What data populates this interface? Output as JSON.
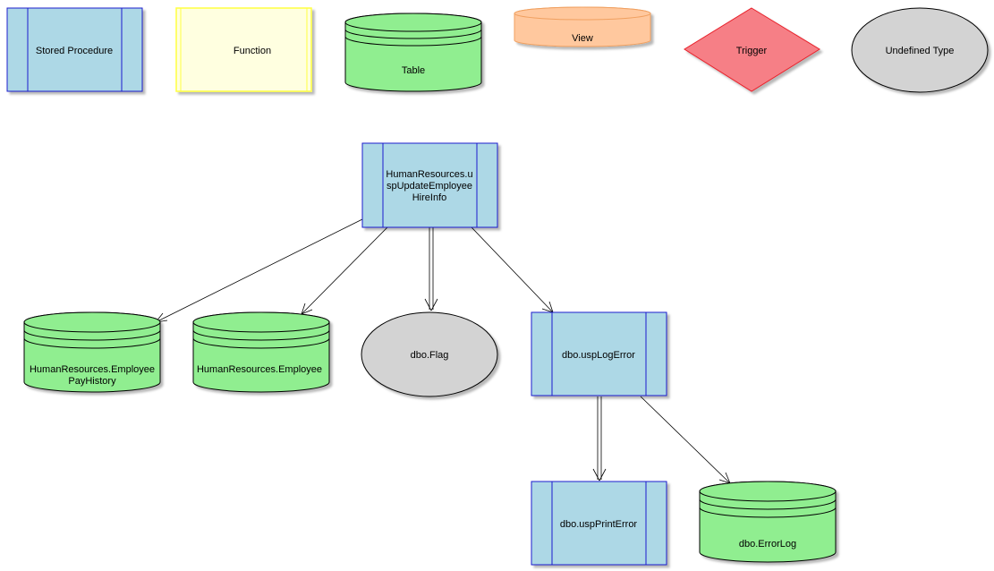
{
  "legend": {
    "stored_procedure": "Stored Procedure",
    "function": "Function",
    "table": "Table",
    "view": "View",
    "trigger": "Trigger",
    "undefined_type": "Undefined Type"
  },
  "nodes": {
    "root": {
      "line1": "HumanResources.u",
      "line2": "spUpdateEmployee",
      "line3": "HireInfo",
      "type": "stored-procedure"
    },
    "pay_history": {
      "line1": "HumanResources.Employee",
      "line2": "PayHistory",
      "type": "table"
    },
    "employee": {
      "label": "HumanResources.Employee",
      "type": "table"
    },
    "flag": {
      "label": "dbo.Flag",
      "type": "undefined-type"
    },
    "log_error": {
      "label": "dbo.uspLogError",
      "type": "stored-procedure"
    },
    "print_error": {
      "label": "dbo.uspPrintError",
      "type": "stored-procedure"
    },
    "error_log": {
      "label": "dbo.ErrorLog",
      "type": "table"
    }
  },
  "colors": {
    "stored_procedure_fill": "#add8e6",
    "stored_procedure_border": "#1a1acd",
    "function_fill": "#ffffe0",
    "function_border": "#ffff40",
    "table_fill": "#90ee90",
    "view_fill": "#ffc89e",
    "trigger_fill": "#f67f86",
    "trigger_border": "#e8202a",
    "undefined_fill": "#d3d3d3"
  }
}
